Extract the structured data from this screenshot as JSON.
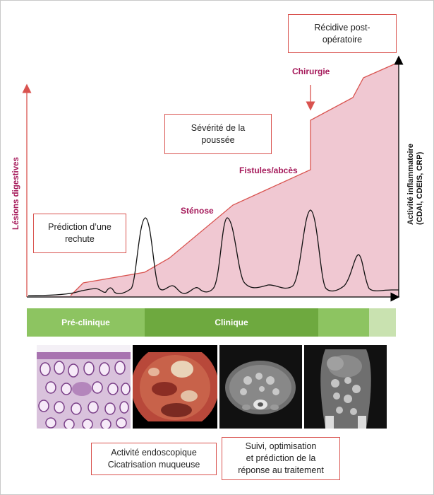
{
  "colors": {
    "accent": "#a5195a",
    "box_border": "#d9534f",
    "area_fill": "#f0c8d2",
    "area_line": "#d9534f",
    "band_light": "#8dc461",
    "band_dark": "#6ea93f",
    "band_pale": "#c9e2b0"
  },
  "axes": {
    "left_label": "Lésions digestives",
    "right_label_line1": "Activité inflammatoire",
    "right_label_line2": "(CDAI, CDEIS, CRP)"
  },
  "annotations": {
    "stenose": "Sténose",
    "fistules": "Fistules/abcès",
    "chirurgie": "Chirurgie"
  },
  "boxes": {
    "rechute": "Prédiction d’une rechute",
    "severite": "Sévérité de la poussée",
    "recidive": "Récidive post-opératoire",
    "endoscopique_line1": "Activité endoscopique",
    "endoscopique_line2": "Cicatrisation muqueuse",
    "suivi_line1": "Suivi, optimisation",
    "suivi_line2": "et prédiction de la",
    "suivi_line3": "réponse au traitement"
  },
  "timeline": {
    "preclinique": "Pré-clinique",
    "clinique": "Clinique"
  },
  "images": [
    {
      "name": "histology-image",
      "icon": "histology"
    },
    {
      "name": "endoscopy-image",
      "icon": "endoscopy"
    },
    {
      "name": "ct-axial-image",
      "icon": "ct-axial"
    },
    {
      "name": "ct-coronal-image",
      "icon": "ct-coronal"
    }
  ]
}
